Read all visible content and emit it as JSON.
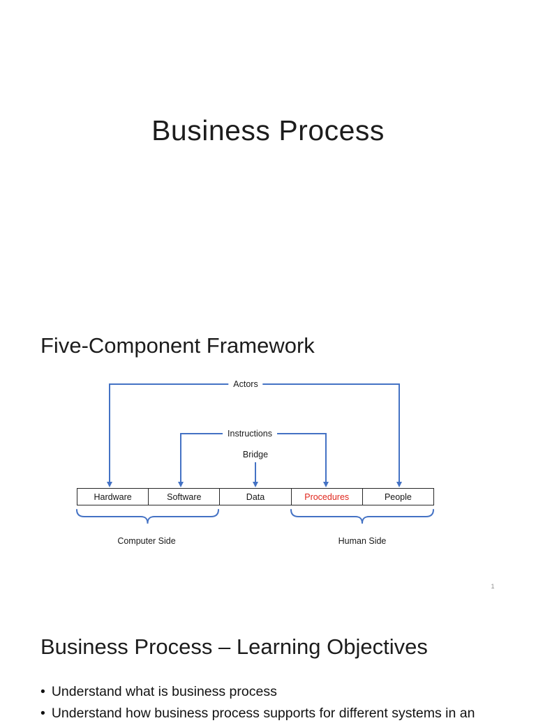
{
  "title_slide": {
    "title": "Business Process"
  },
  "framework_slide": {
    "heading": "Five-Component Framework",
    "diagram": {
      "actors_label": "Actors",
      "instructions_label": "Instructions",
      "bridge_label": "Bridge",
      "components": [
        "Hardware",
        "Software",
        "Data",
        "Procedures",
        "People"
      ],
      "highlighted_component": "Procedures",
      "computer_side_label": "Computer Side",
      "human_side_label": "Human Side"
    },
    "page_number": "1"
  },
  "objectives_slide": {
    "heading": "Business Process – Learning Objectives",
    "bullet_char": "•",
    "bullets": [
      "Understand what is business process",
      "Understand how business process supports for different systems in an"
    ]
  },
  "colors": {
    "connector_blue": "#4472c4",
    "highlight_red": "#e0261c",
    "box_border": "#262626",
    "text_dark": "#1c1c1c",
    "page_number_gray": "#8c8c8c"
  }
}
